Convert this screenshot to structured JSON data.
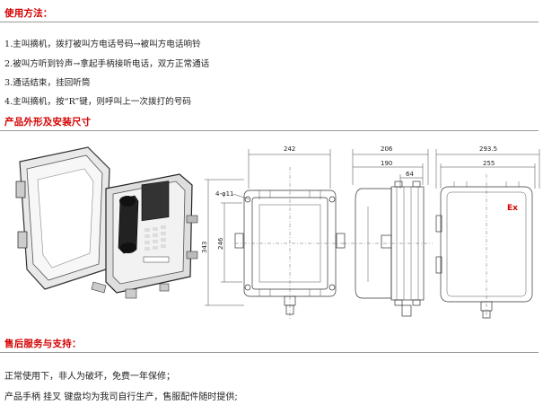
{
  "sections": {
    "usage": {
      "title": "使用方法：",
      "steps": [
        "1.主叫摘机，拨打被叫方电话号码→被叫方电话响铃",
        "2.被叫方听到铃声→拿起手柄接听电话，双方正常通话",
        "3.通话结束，挂回听筒",
        "4.主叫摘机，按“R”键，则呼叫上一次拨打的号码"
      ]
    },
    "dimensions": {
      "title": "产品外形及安装尺寸",
      "front": {
        "width": "242",
        "height_outer": "343",
        "height_inner": "246",
        "mount_hole": "4-φ11"
      },
      "side": {
        "depth_total": "206",
        "depth_body": "190",
        "depth_part": "64"
      },
      "back": {
        "width_total": "293.5",
        "width_body": "255",
        "ex_mark": "Ex"
      }
    },
    "service": {
      "title": "售后服务与支持：",
      "lines": [
        "正常使用下，非人为破坏，免费一年保修；",
        "产品手柄  挂叉  键盘均为我司自行生产，售服配件随时提供;"
      ]
    }
  }
}
